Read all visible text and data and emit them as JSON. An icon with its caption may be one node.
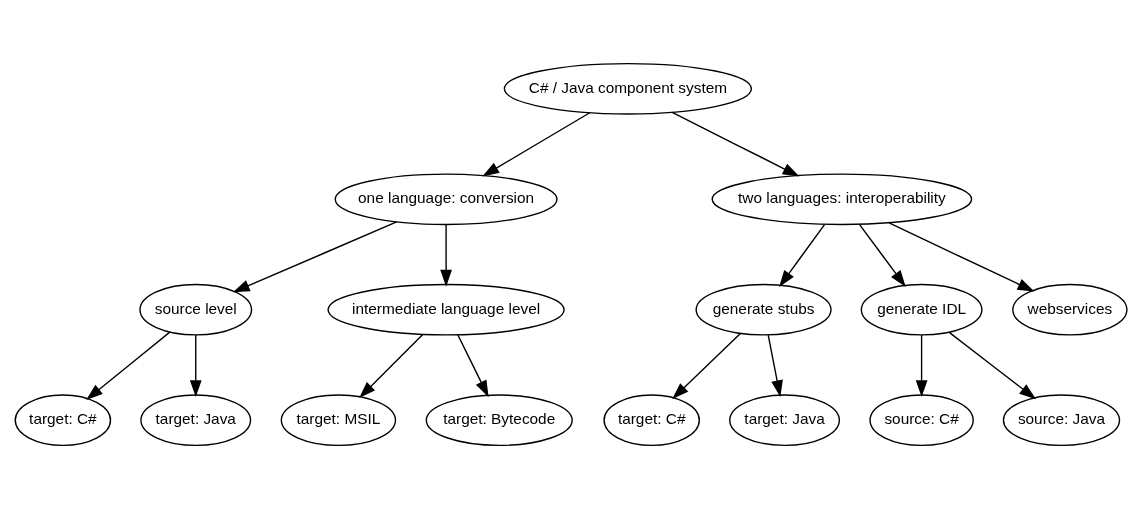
{
  "diagram": {
    "nodes": [
      {
        "text": [
          "C# / Java component system"
        ]
      },
      {
        "text": [
          "one language: conversion"
        ]
      },
      {
        "text": [
          "two languages: interoperability"
        ]
      },
      {
        "text": [
          "source level"
        ]
      },
      {
        "text": [
          "intermediate language level"
        ]
      },
      {
        "text": [
          "generate stubs"
        ]
      },
      {
        "text": [
          "generate IDL"
        ]
      },
      {
        "text": [
          "webservices"
        ]
      },
      {
        "text": [
          "target: C#"
        ]
      },
      {
        "text": [
          "target: Java"
        ]
      },
      {
        "text": [
          "target: MSIL"
        ]
      },
      {
        "text": [
          "target: Bytecode"
        ]
      },
      {
        "text": [
          "target: C#"
        ]
      },
      {
        "text": [
          "target: Java"
        ]
      },
      {
        "text": [
          "source: C#"
        ]
      },
      {
        "text": [
          "source: Java"
        ]
      }
    ],
    "edges": [
      {
        "from": 0,
        "to": 1,
        "arrow": "to"
      },
      {
        "from": 0,
        "to": 2,
        "arrow": "to"
      },
      {
        "from": 1,
        "to": 3,
        "arrow": "to"
      },
      {
        "from": 1,
        "to": 4,
        "arrow": "to"
      },
      {
        "from": 2,
        "to": 5,
        "arrow": "to"
      },
      {
        "from": 2,
        "to": 6,
        "arrow": "to"
      },
      {
        "from": 2,
        "to": 7,
        "arrow": "to"
      },
      {
        "from": 3,
        "to": 8,
        "arrow": "to"
      },
      {
        "from": 3,
        "to": 9,
        "arrow": "to"
      },
      {
        "from": 4,
        "to": 10,
        "arrow": "to"
      },
      {
        "from": 4,
        "to": 11,
        "arrow": "to"
      },
      {
        "from": 5,
        "to": 12,
        "arrow": "to"
      },
      {
        "from": 5,
        "to": 13,
        "arrow": "to"
      },
      {
        "from": 6,
        "to": 14,
        "arrow": "to"
      },
      {
        "from": 6,
        "to": 15,
        "arrow": "to"
      }
    ]
  }
}
